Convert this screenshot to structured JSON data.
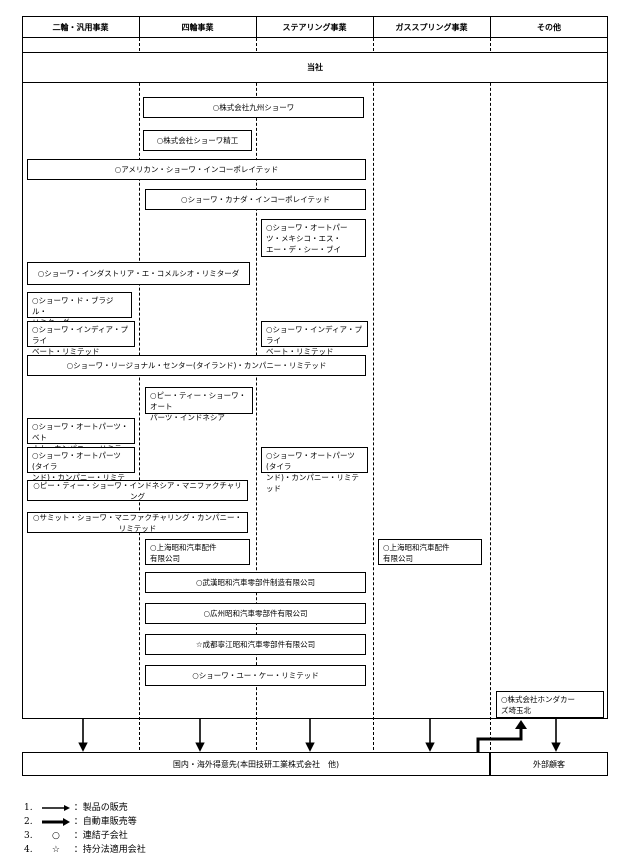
{
  "columns": [
    "二輪・汎用事業",
    "四輪事業",
    "ステアリング事業",
    "ガススプリング事業",
    "その他"
  ],
  "parent": "当社",
  "boxes": {
    "kyushu": "○株式会社九州ショーワ",
    "seiko": "○株式会社ショーワ精工",
    "america": "○アメリカン・ショーワ・インコーポレイテッド",
    "canada": "○ショーワ・カナダ・インコーポレイテッド",
    "mexico": "○ショーワ・オートパー\nツ・メキシコ・エス・\nエー・デ・シー・ブイ",
    "brasil_industria": "○ショーワ・インダストリア・エ・コメルシオ・リミターダ",
    "do_brasil": "○ショーワ・ド・ブラジル・\nリミターダ",
    "india_1": "○ショーワ・インディア・プライ\nベート・リミテッド",
    "india_2": "○ショーワ・インディア・プライ\nベート・リミテッド",
    "regional_thai": "○ショーワ・リージョナル・センター(タイランド)・カンパニー・リミテッド",
    "indonesia_4w": "○ピー・ティー・ショーワ・オート\nパーツ・インドネシア",
    "vietnam": "○ショーワ・オートパーツ・ベト\nナム・カンパニー・リミテッド",
    "thai_1": "○ショーワ・オートパーツ(タイラ\nンド)・カンパニー・リミテッド",
    "thai_2": "○ショーワ・オートパーツ(タイラ\nンド)・カンパニー・リミテッド",
    "indonesia_mfg": "○ピー・ティー・ショーワ・インドネシア・マニファクチャリング",
    "summit": "○サミット・ショーワ・マニファクチャリング・カンパニー・リミテッド",
    "shanghai_1": "○上海昭和汽車配件\n有限公司",
    "shanghai_2": "○上海昭和汽車配件\n有限公司",
    "wuhan": "○武漢昭和汽車零部件制造有限公司",
    "guangzhou": "○広州昭和汽車零部件有限公司",
    "chengdu": "☆成都寧江昭和汽車零部件有限公司",
    "uk": "○ショーワ・ユー・ケー・リミテッド",
    "honda_cars": "○株式会社ホンダカー\nズ埼玉北"
  },
  "customers_domestic": "国内・海外得意先(本田技研工業株式会社　他)",
  "customers_external": "外部顧客",
  "legend": [
    {
      "num": "1.",
      "symbol": "arrow-thin",
      "text": "：製品の販売"
    },
    {
      "num": "2.",
      "symbol": "arrow-bold",
      "text": "：自動車販売等"
    },
    {
      "num": "3.",
      "symbol": "○",
      "text": "：連結子会社"
    },
    {
      "num": "4.",
      "symbol": "☆",
      "text": "：持分法適用会社"
    }
  ]
}
